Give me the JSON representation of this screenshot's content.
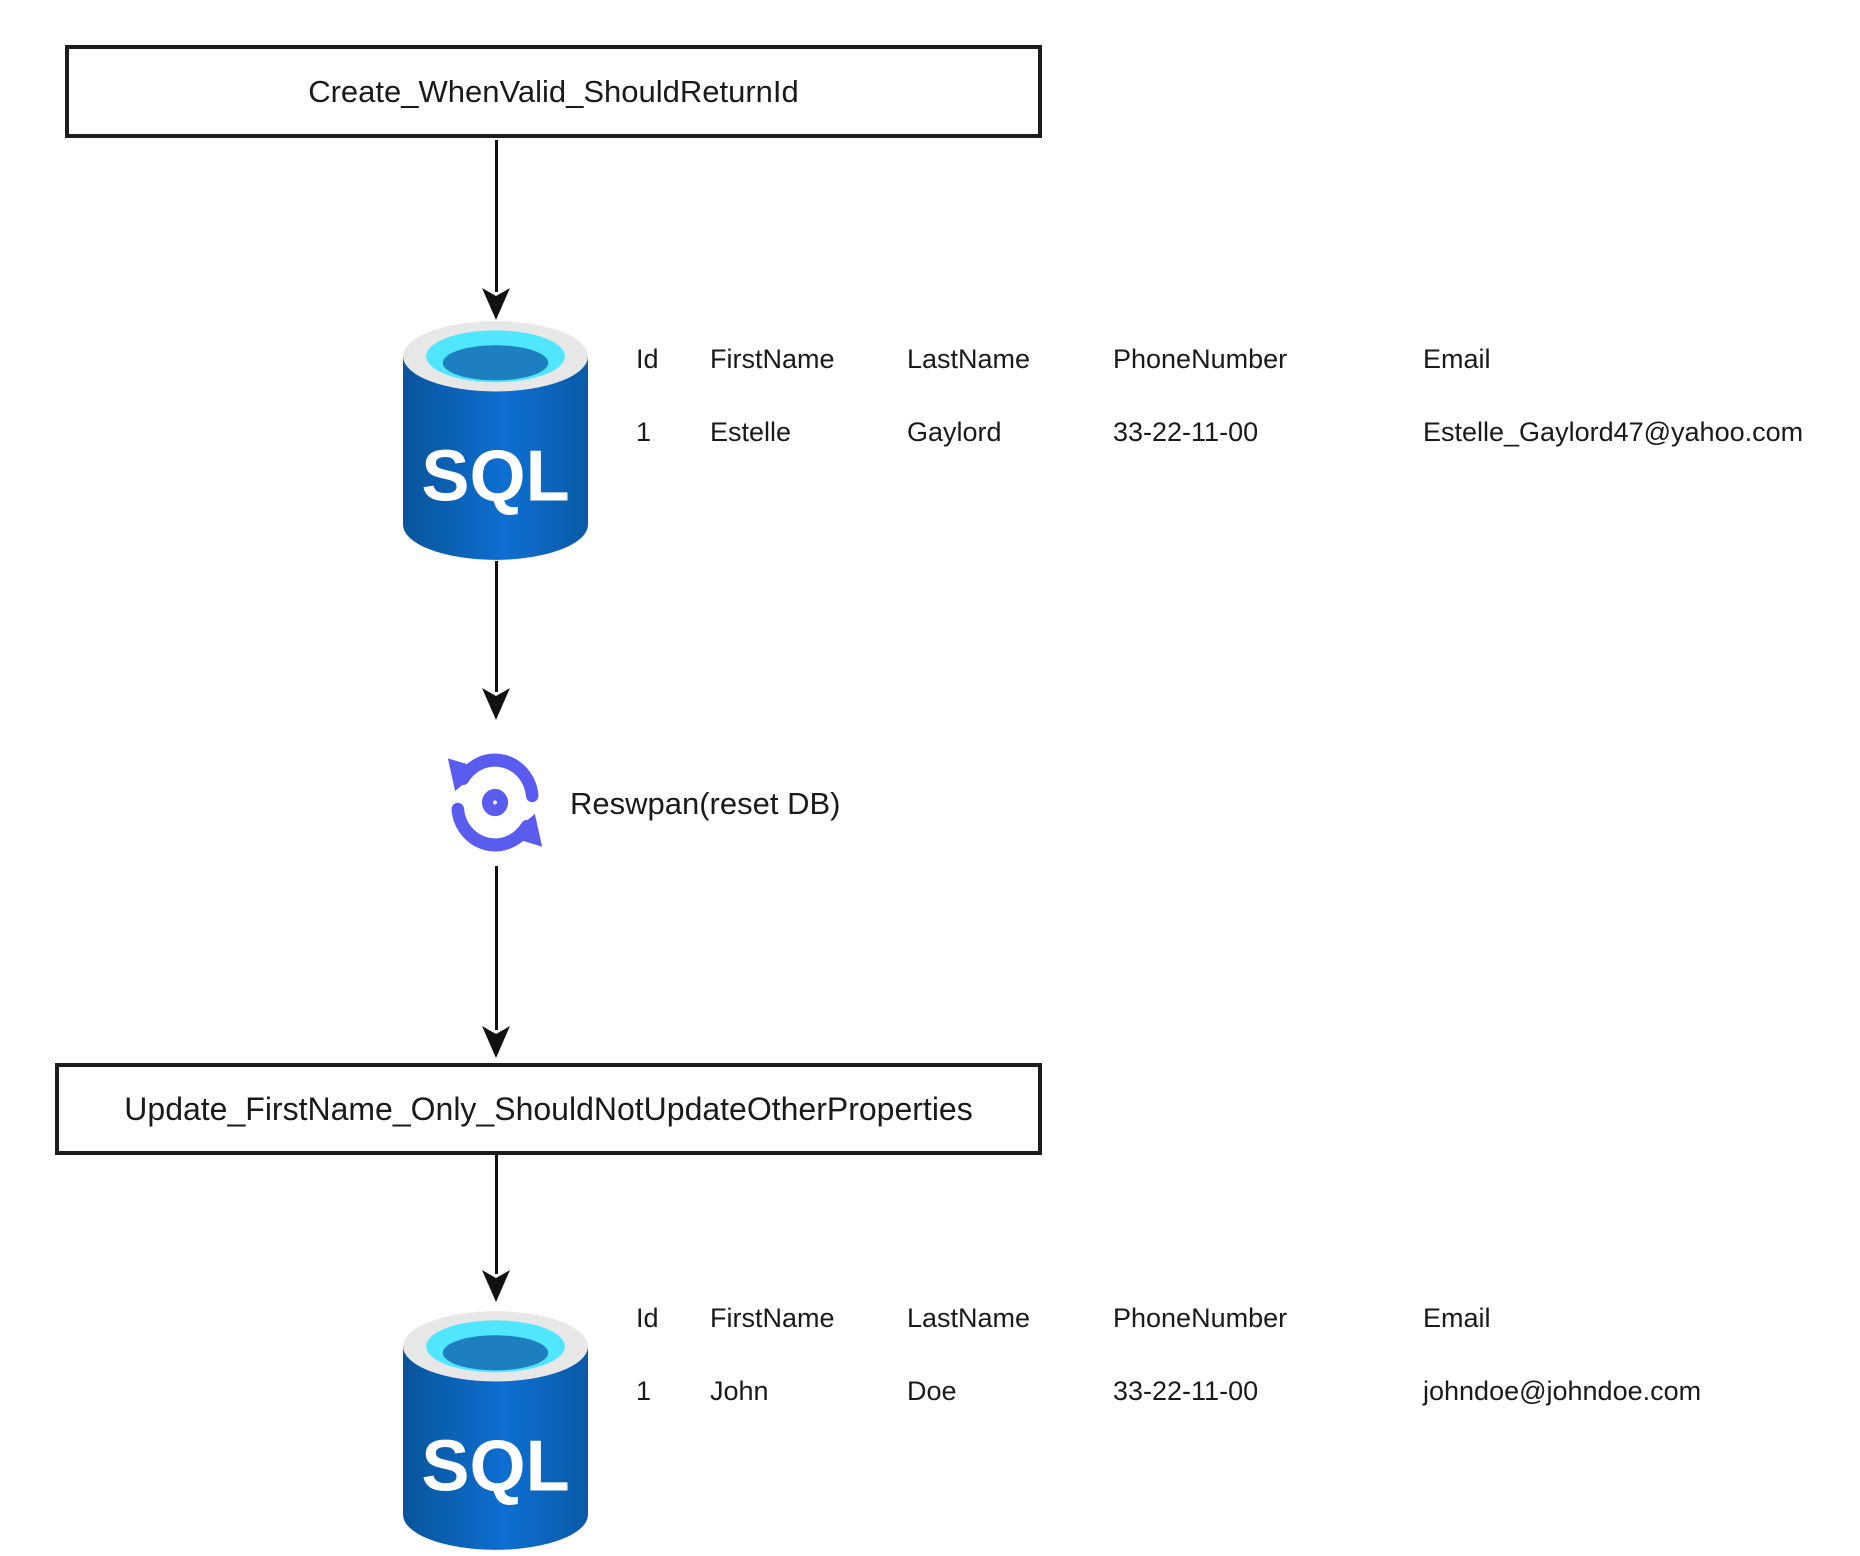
{
  "flow": {
    "step1_label": "Create_WhenValid_ShouldReturnId",
    "reset_label": "Reswpan(reset DB)",
    "step2_label": "Update_FirstName_Only_ShouldNotUpdateOtherProperties",
    "db_icon_text": "SQL"
  },
  "tables": [
    {
      "headers": [
        "Id",
        "FirstName",
        "LastName",
        "PhoneNumber",
        "Email"
      ],
      "rows": [
        [
          "1",
          "Estelle",
          "Gaylord",
          "33-22-11-00",
          "Estelle_Gaylord47@yahoo.com"
        ]
      ]
    },
    {
      "headers": [
        "Id",
        "FirstName",
        "LastName",
        "PhoneNumber",
        "Email"
      ],
      "rows": [
        [
          "1",
          "John",
          "Doe",
          "33-22-11-00",
          "johndoe@johndoe.com"
        ]
      ]
    }
  ],
  "colors": {
    "reset_icon": "#5A5CF0",
    "db_body_left": "#09549B",
    "db_body_mid": "#0D6FD1",
    "db_body_right": "#0A5AA8",
    "db_rim": "#E7E7E7",
    "db_opening_cyan": "#50E6FF",
    "db_opening_pool": "#1D7FC0",
    "db_text": "#FFFFFF",
    "arrow": "#111111",
    "text": "#1A1A1A"
  }
}
